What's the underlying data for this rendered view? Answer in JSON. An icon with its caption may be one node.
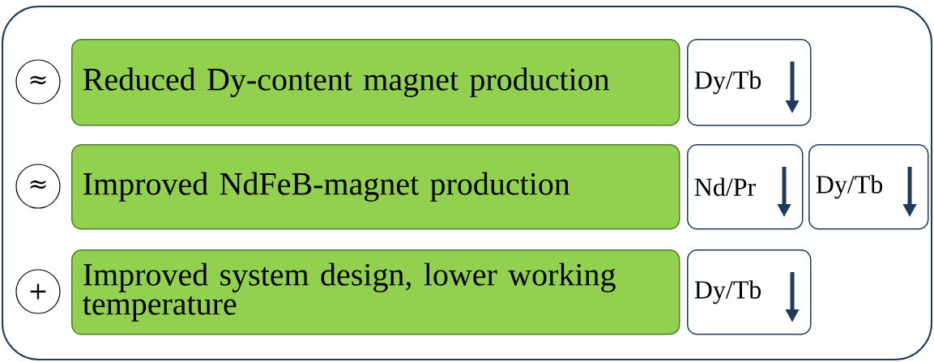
{
  "diagram": {
    "nodes": [
      {
        "text": [
          "≈"
        ]
      },
      {
        "text": [
          "Reduced Dy-content magnet production"
        ]
      },
      {
        "text": [
          "Dy/Tb"
        ]
      },
      {
        "text": [
          "≈"
        ]
      },
      {
        "text": [
          "Improved NdFeB-magnet production"
        ]
      },
      {
        "text": [
          "Nd/Pr"
        ]
      },
      {
        "text": [
          "Dy/Tb"
        ]
      },
      {
        "text": [
          "+"
        ]
      },
      {
        "text": [
          "Improved system design, lower working temperature"
        ]
      },
      {
        "text": [
          "Dy/Tb"
        ]
      }
    ]
  }
}
